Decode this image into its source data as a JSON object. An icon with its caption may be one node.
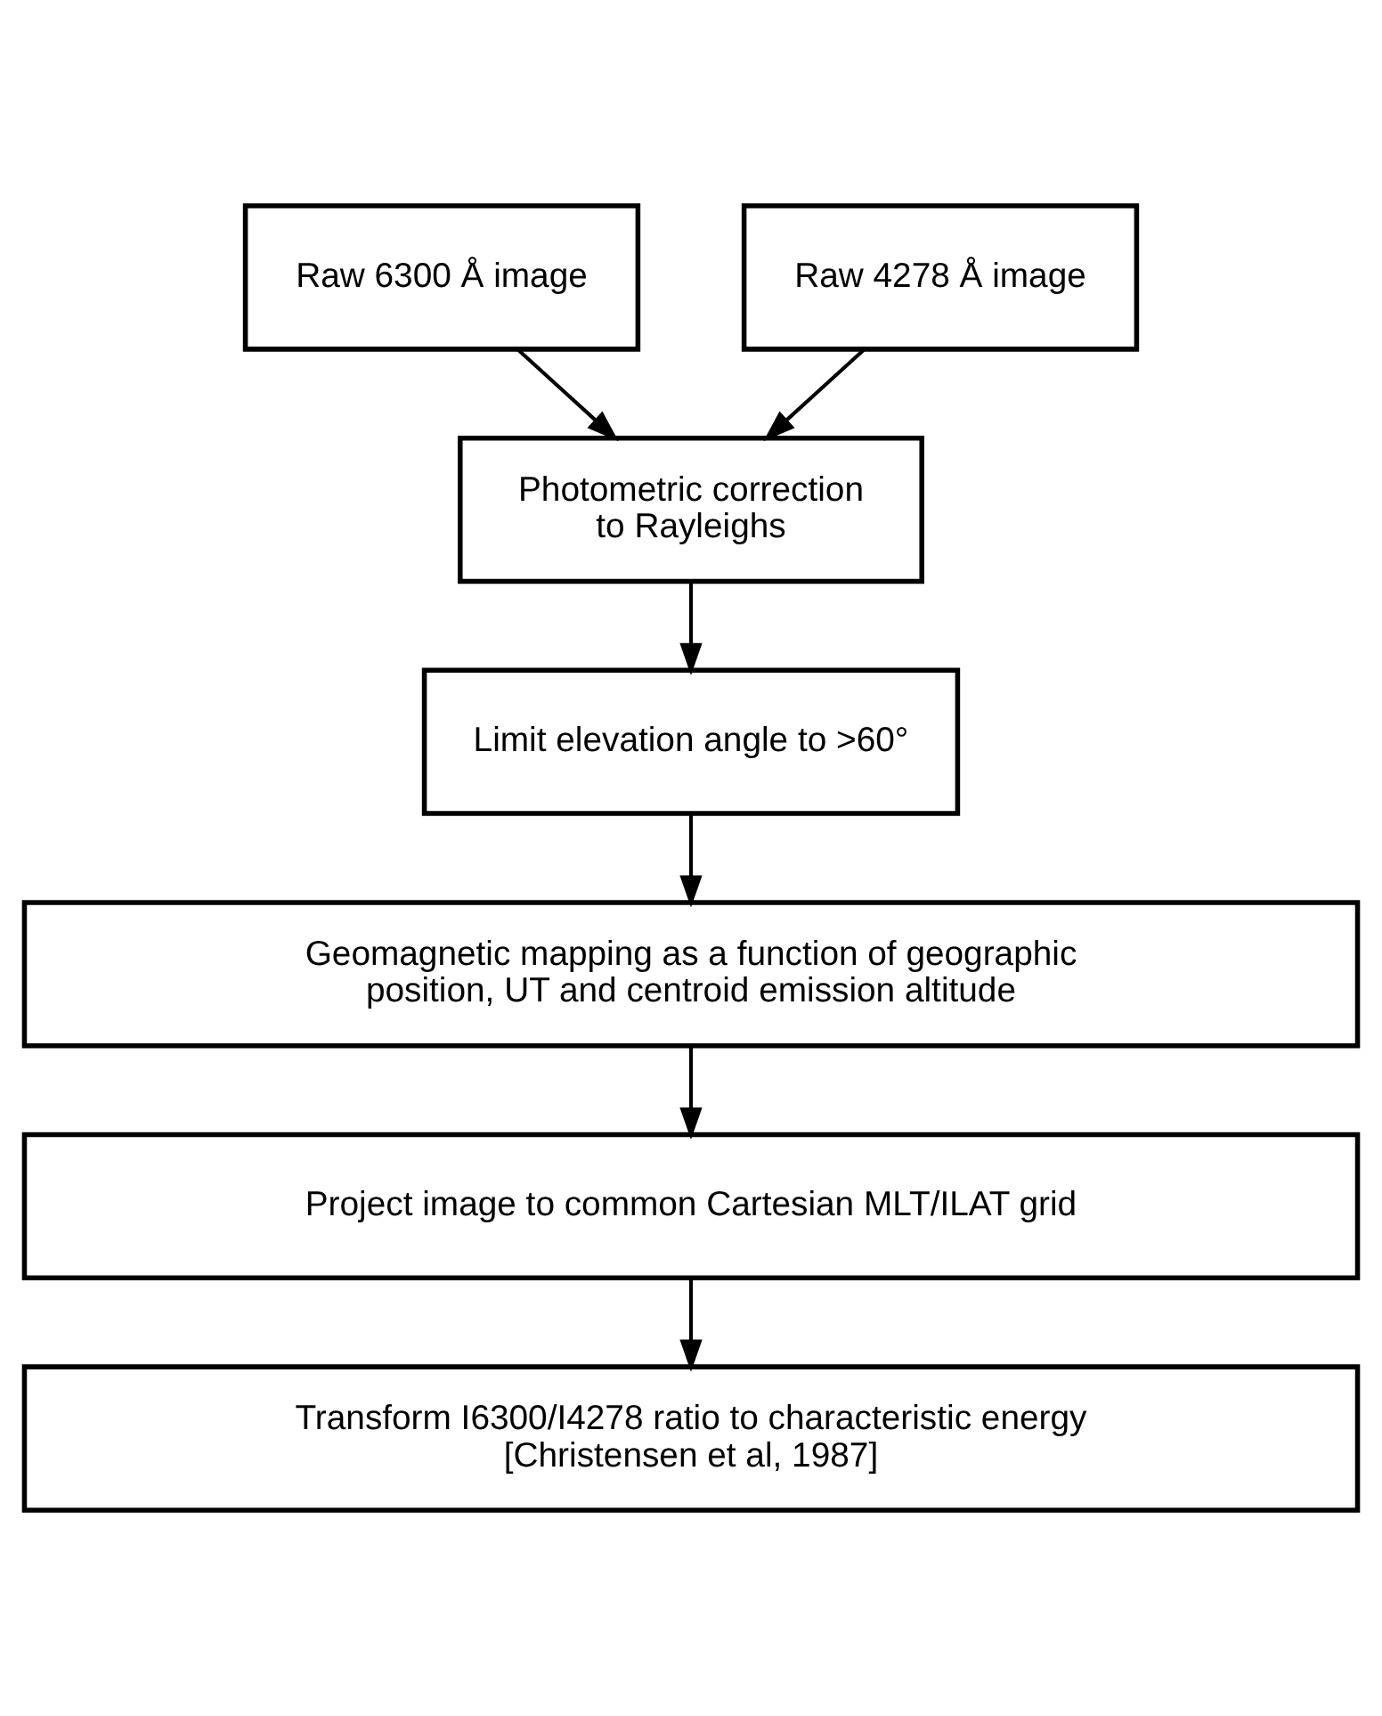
{
  "diagram": {
    "nodes": [
      {
        "text": [
          "Raw 6300 Å image"
        ]
      },
      {
        "text": [
          "Raw 4278 Å image"
        ]
      },
      {
        "text": [
          "Photometric correction to Rayleighs"
        ]
      },
      {
        "text": [
          "Limit elevation angle to >60°"
        ]
      },
      {
        "text": [
          "Geomagnetic mapping as a function of geographic position, UT and centroid emission altitude"
        ]
      },
      {
        "text": [
          "Project image to common Cartesian MLT/ILAT grid"
        ]
      },
      {
        "text": [
          "Transform I6300/I4278 ratio to characteristic energy [Christensen et al, 1987]"
        ]
      }
    ],
    "edges": [
      {
        "from": 0,
        "to": 2,
        "arrow": "to"
      },
      {
        "from": 1,
        "to": 2,
        "arrow": "to"
      },
      {
        "from": 2,
        "to": 3,
        "arrow": "to"
      },
      {
        "from": 3,
        "to": 4,
        "arrow": "to"
      },
      {
        "from": 4,
        "to": 5,
        "arrow": "to"
      },
      {
        "from": 5,
        "to": 6,
        "arrow": "to"
      }
    ]
  }
}
